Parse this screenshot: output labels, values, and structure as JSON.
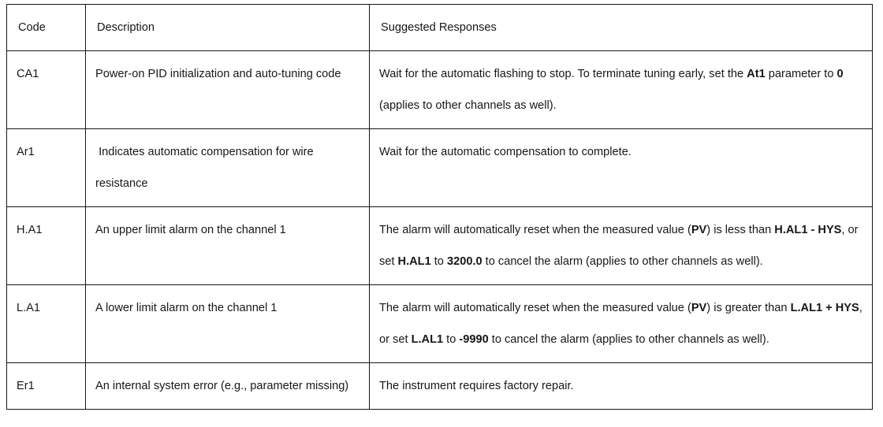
{
  "table": {
    "headers": {
      "code": "Code",
      "description": "Description",
      "responses": "Suggested Responses"
    },
    "rows": [
      {
        "code": "CA1",
        "description": "Power-on PID initialization and auto-tuning code",
        "description_parts": [
          {
            "text": "Power-on PID initialization and auto-tuning code",
            "bold": false
          }
        ],
        "response": "Wait for the automatic flashing to stop. To terminate tuning early, set the At1 parameter to 0 (applies to other channels as well).",
        "response_parts": [
          {
            "text": "Wait for the automatic flashing to stop. To terminate tuning early, set the ",
            "bold": false
          },
          {
            "text": "At1",
            "bold": true
          },
          {
            "text": " parameter to ",
            "bold": false
          },
          {
            "text": "0",
            "bold": true
          },
          {
            "text": " (applies to other channels as well).",
            "bold": false
          }
        ]
      },
      {
        "code": "Ar1",
        "description": " Indicates automatic compensation for wire resistance",
        "description_parts": [
          {
            "text": " Indicates automatic compensation for wire resistance",
            "bold": false
          }
        ],
        "response": "Wait for the automatic compensation to complete.",
        "response_parts": [
          {
            "text": "Wait for the automatic compensation to complete.",
            "bold": false
          }
        ]
      },
      {
        "code": "H.A1",
        "description": "An upper limit alarm on the channel 1",
        "description_parts": [
          {
            "text": "An upper limit alarm on the channel 1",
            "bold": false
          }
        ],
        "response": "The alarm will automatically reset when the measured value (PV) is less than H.AL1 - HYS, or set H.AL1 to 3200.0 to cancel the alarm (applies to other channels as well).",
        "response_parts": [
          {
            "text": "The alarm will automatically reset when the measured value (",
            "bold": false
          },
          {
            "text": "PV",
            "bold": true
          },
          {
            "text": ") is less than ",
            "bold": false
          },
          {
            "text": "H.AL1 - HYS",
            "bold": true
          },
          {
            "text": ", or set ",
            "bold": false
          },
          {
            "text": "H.AL1",
            "bold": true
          },
          {
            "text": " to ",
            "bold": false
          },
          {
            "text": "3200.0",
            "bold": true
          },
          {
            "text": " to cancel the alarm (applies to other channels as well).",
            "bold": false
          }
        ]
      },
      {
        "code": "L.A1",
        "description": "A lower limit alarm on the channel 1",
        "description_parts": [
          {
            "text": "A lower limit alarm on the channel 1",
            "bold": false
          }
        ],
        "response": "The alarm will automatically reset when the measured value (PV) is greater than L.AL1 + HYS, or set L.AL1 to -9990 to cancel the alarm (applies to other channels as well).",
        "response_parts": [
          {
            "text": "The alarm will automatically reset when the measured value (",
            "bold": false
          },
          {
            "text": "PV",
            "bold": true
          },
          {
            "text": ") is greater than ",
            "bold": false
          },
          {
            "text": "L.AL1 + HYS",
            "bold": true
          },
          {
            "text": ", or set ",
            "bold": false
          },
          {
            "text": "L.AL1",
            "bold": true
          },
          {
            "text": " to ",
            "bold": false
          },
          {
            "text": "-9990",
            "bold": true
          },
          {
            "text": " to cancel the alarm (applies to other channels as well).",
            "bold": false
          }
        ]
      },
      {
        "code": "Er1",
        "description": "An internal system error (e.g., parameter missing)",
        "description_parts": [
          {
            "text": "An internal system error (e.g., parameter missing)",
            "bold": false
          }
        ],
        "response": "The instrument requires factory repair.",
        "response_parts": [
          {
            "text": "The instrument requires factory repair.",
            "bold": false
          }
        ]
      }
    ]
  },
  "style": {
    "border_color": "#161616",
    "text_color": "#171717",
    "background": "#ffffff"
  }
}
